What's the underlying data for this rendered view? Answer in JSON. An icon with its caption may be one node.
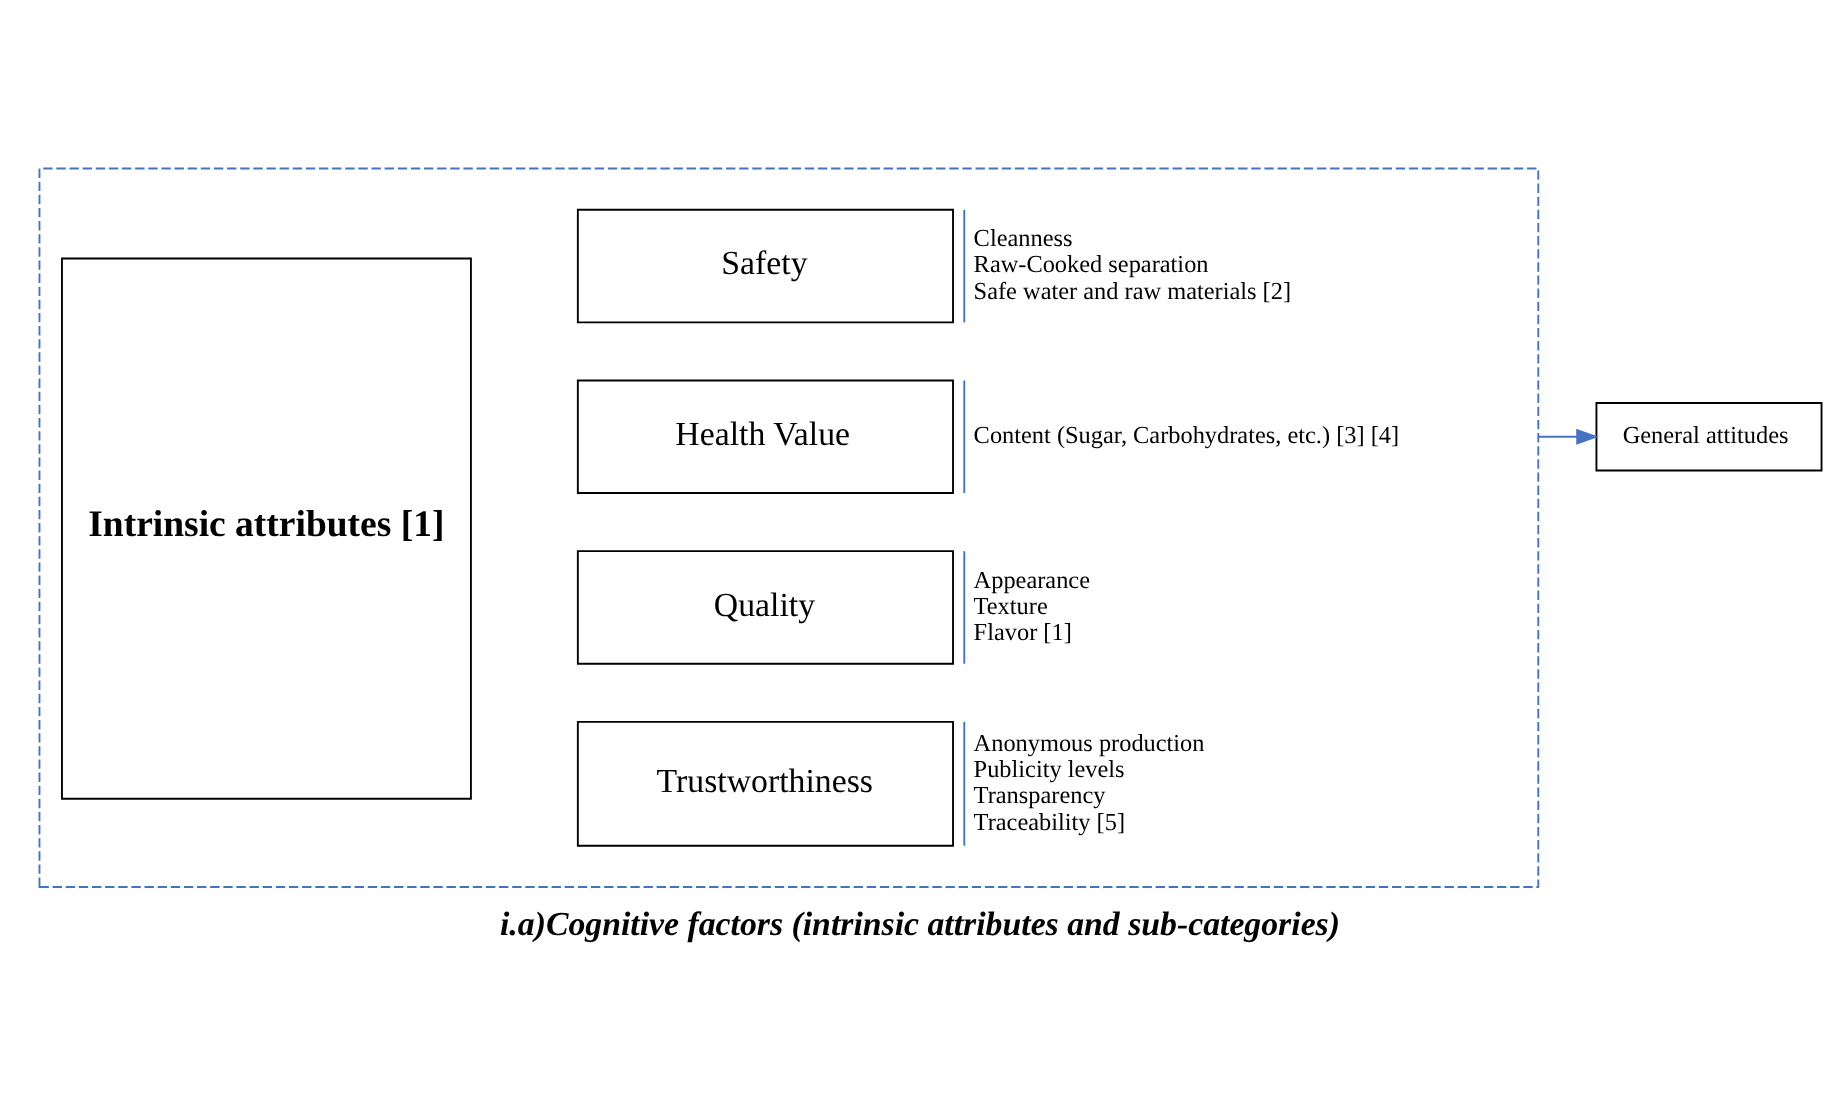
{
  "diagram": {
    "caption": "i.a)Cognitive factors (intrinsic attributes and sub-categories)",
    "nodes": [
      {
        "text": [],
        "shape": "box"
      },
      {
        "text": [
          "Intrinsic attributes [1]"
        ],
        "in": 0
      },
      {
        "text": [
          "Safety"
        ],
        "in": 0,
        "beside": [
          "Cleanness",
          "Raw-Cooked separation",
          "Safe water and raw materials [2]"
        ]
      },
      {
        "text": [
          "Health Value"
        ],
        "in": 0,
        "beside": [
          "Content (Sugar, Carbohydrates, etc.) [3] [4]"
        ]
      },
      {
        "text": [
          "Quality"
        ],
        "in": 0,
        "beside": [
          "Appearance",
          "Texture",
          "Flavor [1]"
        ]
      },
      {
        "text": [
          "Trustworthiness"
        ],
        "in": 0,
        "beside": [
          "Anonymous production",
          "Publicity levels",
          "Transparency",
          "Traceability [5]"
        ]
      },
      {
        "text": [
          "General attitudes"
        ]
      }
    ],
    "edges": [
      {
        "from": 0,
        "to": 6,
        "arrow": "to",
        "color": "#4472c4"
      }
    ]
  }
}
